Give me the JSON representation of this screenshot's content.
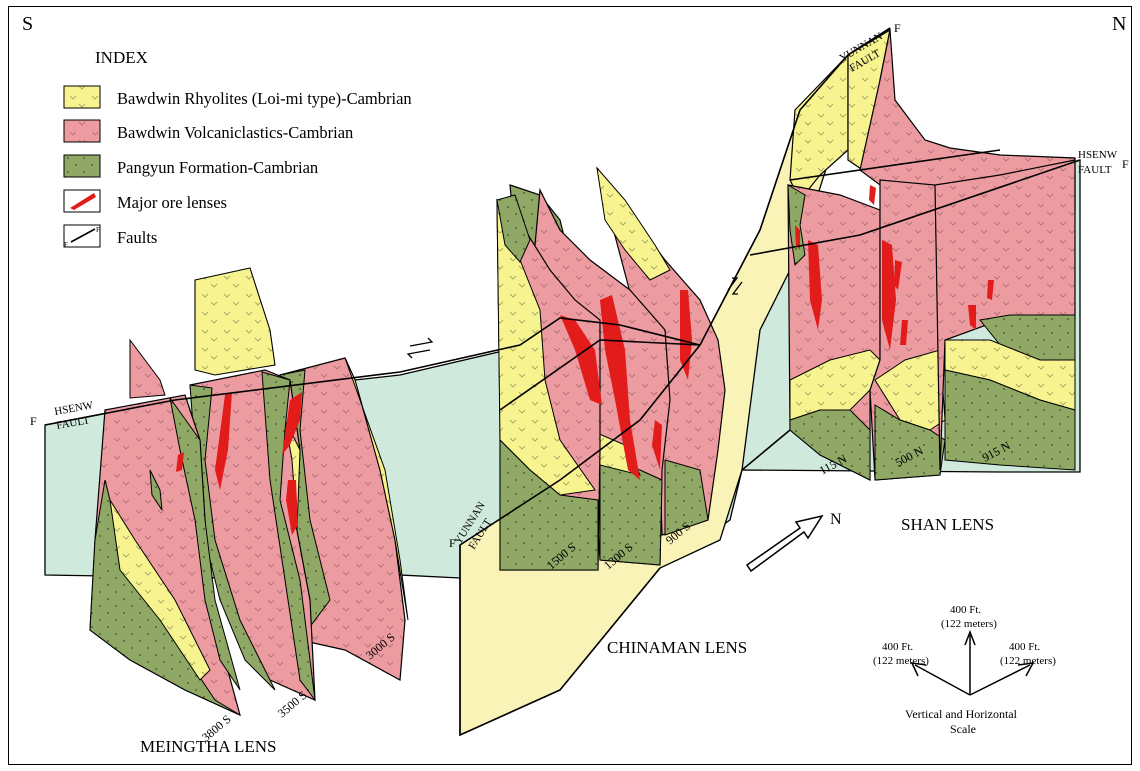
{
  "compass": {
    "south": "S",
    "north": "N"
  },
  "index": {
    "title": "INDEX",
    "items": [
      {
        "label": "Bawdwin Rhyolites (Loi-mi type)-Cambrian",
        "icon": "rhyolite-pattern",
        "color": "#f7f38f"
      },
      {
        "label": "Bawdwin Volcaniclastics-Cambrian",
        "icon": "volcaniclastic-pattern",
        "color": "#ec9ba0"
      },
      {
        "label": "Pangyun Formation-Cambrian",
        "icon": "dotted-pattern",
        "color": "#8fa865"
      },
      {
        "label": "Major ore lenses",
        "icon": "ore-lens",
        "color": "#e21b1b"
      },
      {
        "label": "Faults",
        "icon": "fault-line",
        "color": "#000000"
      }
    ],
    "fault_symbol_labels": {
      "f1": "F",
      "f2": "F"
    }
  },
  "faults": {
    "hsenw_left": {
      "name": "HSENW",
      "sub": "FAULT",
      "letter": "F"
    },
    "hsenw_right": {
      "name": "HSENW",
      "sub": "FAULT",
      "letter": "F"
    },
    "yunnan_top": {
      "name": "YUNNAN",
      "sub": "FAULT",
      "letter": "F"
    },
    "yunnan_mid": {
      "name": "YUNNAN",
      "sub": "FAULT",
      "letter": "F"
    }
  },
  "sections": [
    "3800 S",
    "3500 S",
    "3000 S",
    "1500 S",
    "1300 S",
    "900 S",
    "115 N",
    "500 N",
    "915 N"
  ],
  "lenses": {
    "meingtha": "MEINGTHA LENS",
    "chinaman": "CHINAMAN LENS",
    "shan": "SHAN LENS"
  },
  "north_arrow": "N",
  "scale": {
    "vertical": "400 Ft.",
    "vertical_sub": "(122 meters)",
    "left": "400 Ft.",
    "left_sub": "(122 meters)",
    "right": "400 Ft.",
    "right_sub": "(122 meters)",
    "caption1": "Vertical and Horizontal",
    "caption2": "Scale"
  },
  "colors": {
    "yellow": "#f7f38f",
    "pink": "#ec9ba0",
    "green": "#8fa865",
    "aqua": "#cfeadc",
    "cream": "#faf3b8",
    "ore": "#e21b1b"
  }
}
